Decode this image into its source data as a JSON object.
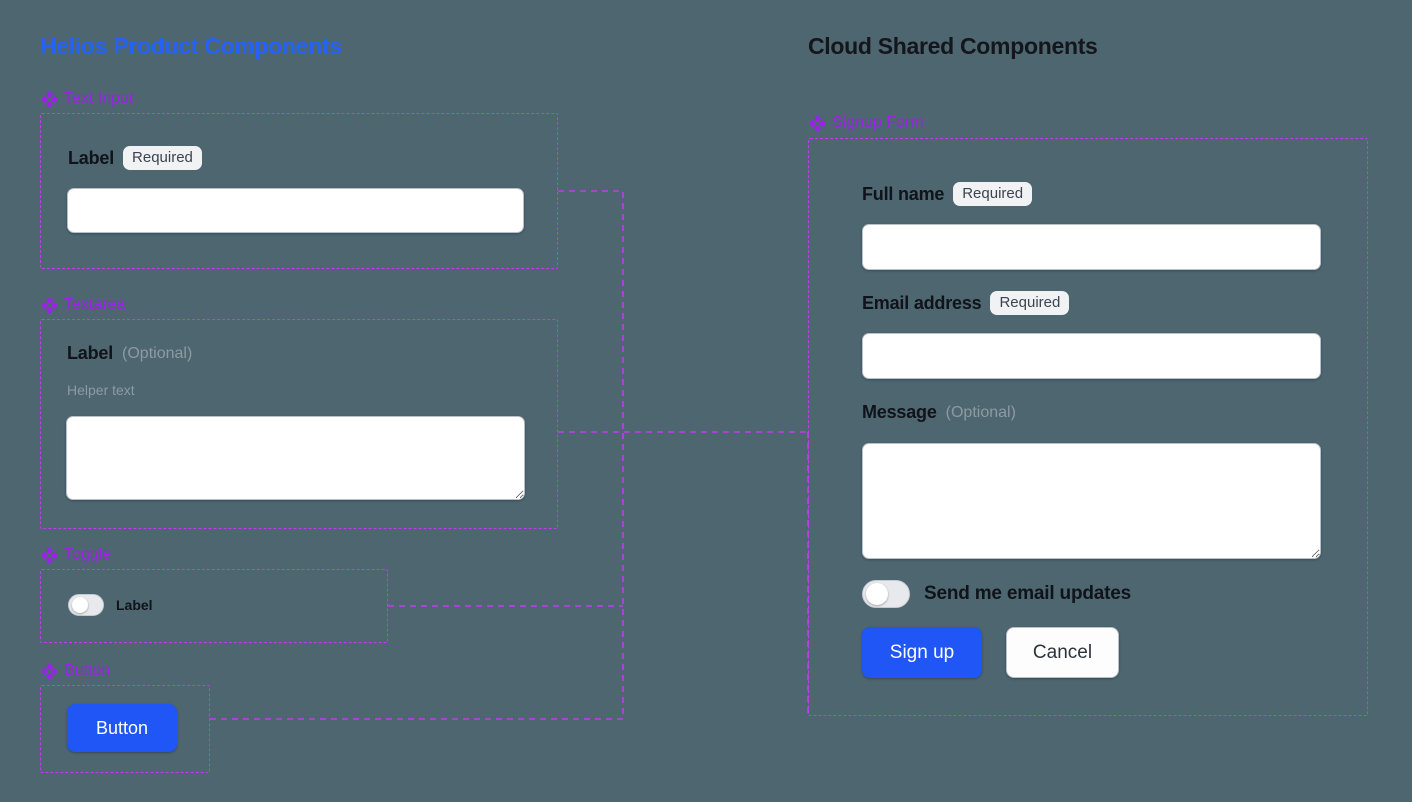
{
  "background_color": "#4d6670",
  "accent_colors": {
    "left_title": "#2563f5",
    "right_title": "#14161c",
    "section_label": "#9b22e8",
    "frame_border": "#c13cf0",
    "primary_button": "#1f56f5",
    "badge_bg": "#f1f2f4",
    "muted_text": "#8d9aa3"
  },
  "left_column": {
    "title": "Helios Product Components",
    "sections": [
      {
        "icon": "diamond-cluster-icon",
        "name": "Text Input",
        "label": "Label",
        "badge": "Required",
        "input_value": "",
        "input_placeholder": ""
      },
      {
        "icon": "diamond-cluster-icon",
        "name": "Textarea",
        "label": "Label",
        "optional_tag": "(Optional)",
        "helper_text": "Helper text",
        "textarea_value": "",
        "textarea_placeholder": ""
      },
      {
        "icon": "diamond-cluster-icon",
        "name": "Toggle",
        "toggle_label": "Label",
        "toggle_state": "off"
      },
      {
        "icon": "diamond-cluster-icon",
        "name": "Button",
        "button_label": "Button"
      }
    ]
  },
  "right_column": {
    "title": "Cloud Shared Components",
    "sections": [
      {
        "icon": "diamond-cluster-icon",
        "name": "Signup Form",
        "fields": [
          {
            "label": "Full name",
            "badge": "Required",
            "value": "",
            "placeholder": ""
          },
          {
            "label": "Email address",
            "badge": "Required",
            "value": "",
            "placeholder": ""
          },
          {
            "label": "Message",
            "optional_tag": "(Optional)",
            "value": "",
            "placeholder": ""
          }
        ],
        "toggle_label": "Send me email updates",
        "toggle_state": "off",
        "primary_button": "Sign up",
        "secondary_button": "Cancel"
      }
    ]
  }
}
